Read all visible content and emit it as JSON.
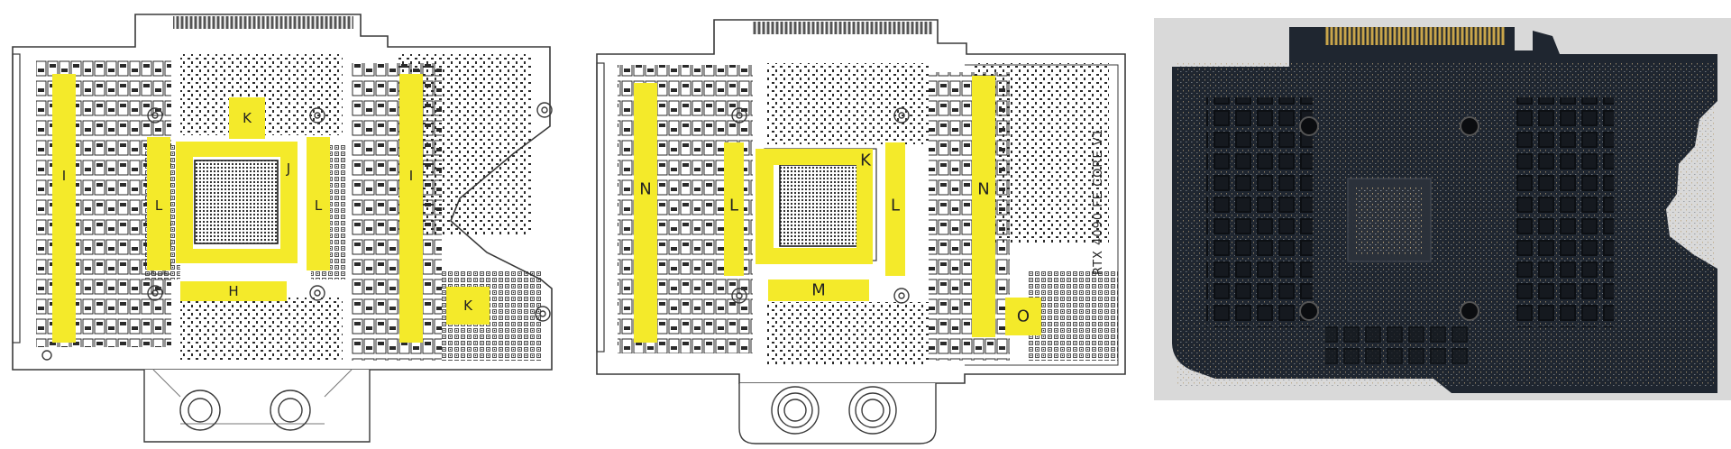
{
  "colors": {
    "pad": "#f4ea2a",
    "outline": "#3a3a3a",
    "component": "#2a2a2a",
    "pcb": "#1f2630",
    "pcb_edge": "#d9d9d9",
    "gold": "#c9a54a",
    "copper": "#b08a5a"
  },
  "panel1": {
    "labels": {
      "i_left": "I",
      "l_left": "L",
      "k_top": "K",
      "j": "J",
      "l_right": "L",
      "i_right": "I",
      "h": "H",
      "k_bottom": "K"
    }
  },
  "panel2": {
    "labels": {
      "n_left": "N",
      "l_left": "L",
      "k": "K",
      "l_right": "L",
      "n_right": "N",
      "m": "M",
      "o": "O"
    },
    "board_text": "RTX 4090 FE CORE V1"
  },
  "panel3": {
    "description_icon": "pcb-photo"
  }
}
